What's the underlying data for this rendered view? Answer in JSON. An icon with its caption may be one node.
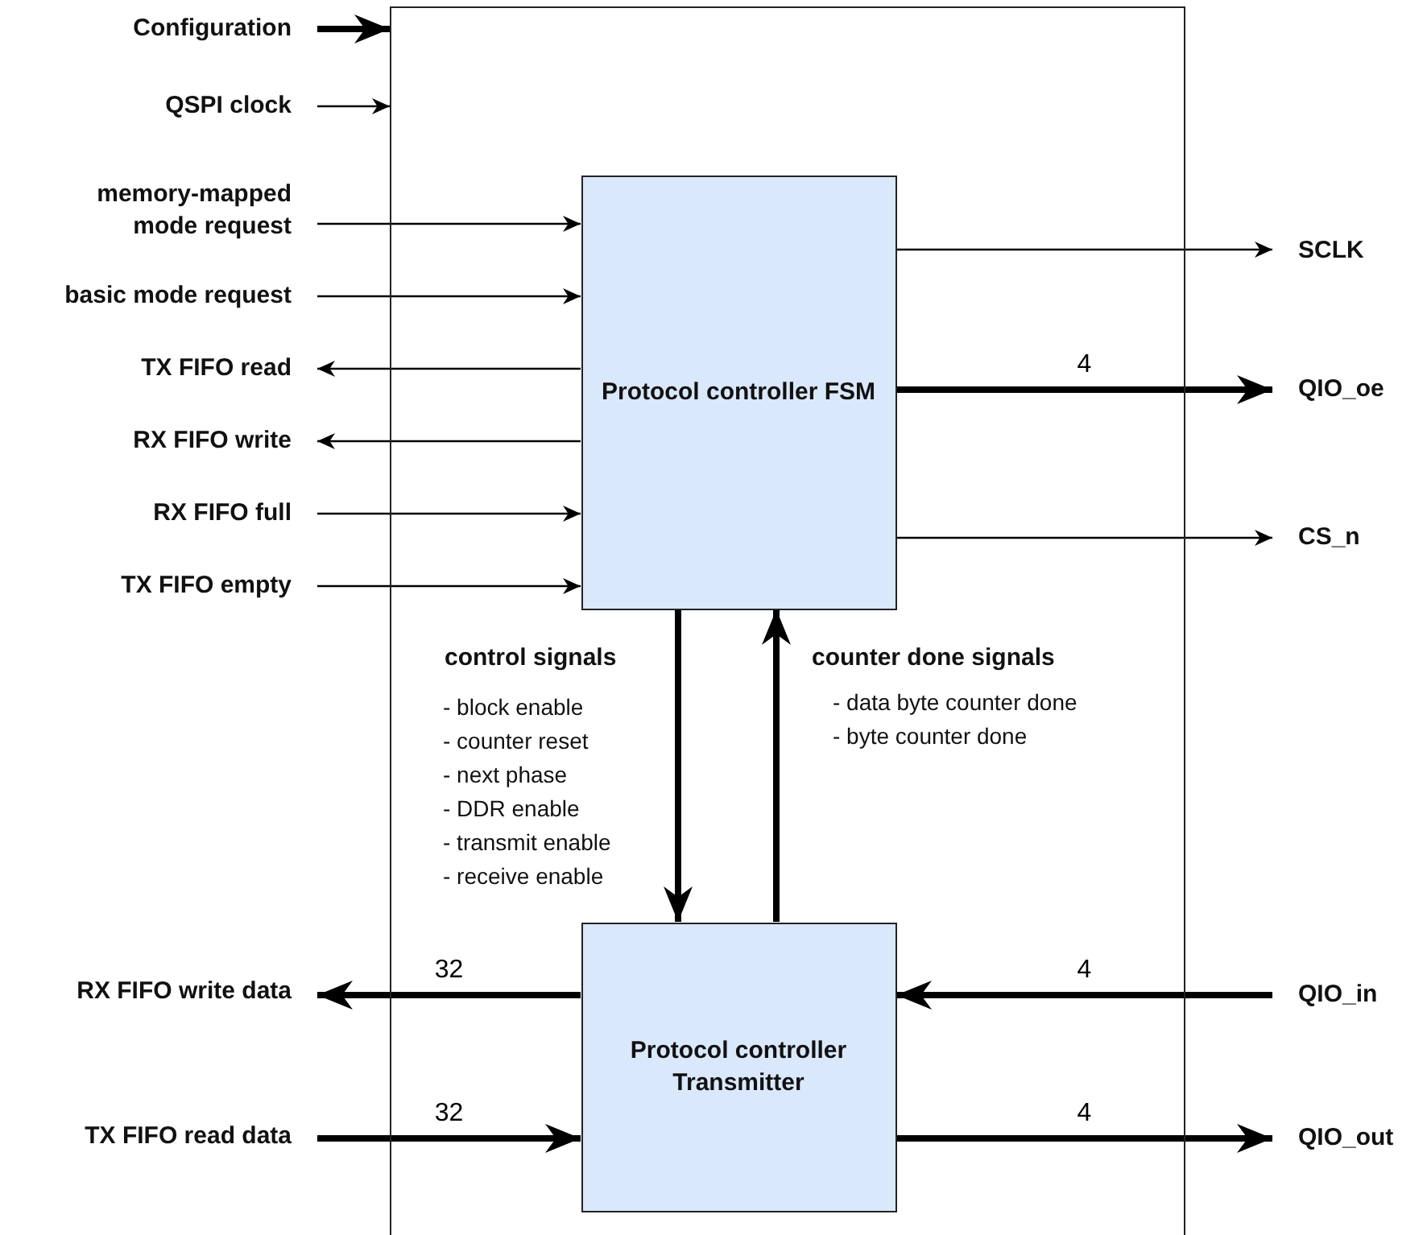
{
  "diagram": {
    "nodes": [
      {
        "text": [],
        "shape": "box"
      },
      {
        "text": [
          "Protocol controller FSM"
        ],
        "in": 0
      },
      {
        "text": [
          "Protocol controller Transmitter"
        ],
        "in": 0
      },
      {
        "text": [
          "Configuration"
        ]
      },
      {
        "text": [
          "QSPI clock"
        ]
      },
      {
        "text": [
          "memory-mapped mode request"
        ]
      },
      {
        "text": [
          "basic mode request"
        ]
      },
      {
        "text": [
          "TX FIFO read"
        ]
      },
      {
        "text": [
          "RX FIFO write"
        ]
      },
      {
        "text": [
          "RX FIFO full"
        ]
      },
      {
        "text": [
          "TX FIFO empty"
        ]
      },
      {
        "text": [
          "SCLK"
        ]
      },
      {
        "text": [
          "QIO_oe"
        ]
      },
      {
        "text": [
          "CS_n"
        ]
      },
      {
        "text": [
          "RX FIFO write data"
        ]
      },
      {
        "text": [
          "TX FIFO read data"
        ]
      },
      {
        "text": [
          "QIO_in"
        ]
      },
      {
        "text": [
          "QIO_out"
        ]
      }
    ],
    "edges": [
      {
        "from": 3,
        "to": 0,
        "arrow": "to",
        "style": "thick"
      },
      {
        "from": 4,
        "to": 0,
        "arrow": "to"
      },
      {
        "from": 5,
        "to": 1,
        "arrow": "to"
      },
      {
        "from": 6,
        "to": 1,
        "arrow": "to"
      },
      {
        "from": 1,
        "to": 7,
        "arrow": "to"
      },
      {
        "from": 1,
        "to": 8,
        "arrow": "to"
      },
      {
        "from": 9,
        "to": 1,
        "arrow": "to"
      },
      {
        "from": 10,
        "to": 1,
        "arrow": "to"
      },
      {
        "from": 1,
        "to": 11,
        "arrow": "to"
      },
      {
        "from": 1,
        "to": 12,
        "arrow": "to",
        "style": "thick",
        "label": "4"
      },
      {
        "from": 1,
        "to": 13,
        "arrow": "to"
      },
      {
        "from": 1,
        "to": 2,
        "arrow": "to",
        "style": "thick"
      },
      {
        "from": 2,
        "to": 1,
        "arrow": "to",
        "style": "thick"
      },
      {
        "from": 2,
        "to": 14,
        "arrow": "to",
        "style": "thick",
        "label": "32"
      },
      {
        "from": 15,
        "to": 2,
        "arrow": "to",
        "style": "thick",
        "label": "32"
      },
      {
        "from": 16,
        "to": 2,
        "arrow": "to",
        "style": "thick",
        "label": "4"
      },
      {
        "from": 2,
        "to": 17,
        "arrow": "to",
        "style": "thick",
        "label": "4"
      }
    ],
    "labels": [
      "control signals",
      "- block enable",
      "- counter reset",
      "- next phase",
      "- DDR enable",
      "- transmit enable",
      "- receive enable",
      "counter done signals",
      "- data byte counter done",
      "- byte counter done"
    ]
  }
}
